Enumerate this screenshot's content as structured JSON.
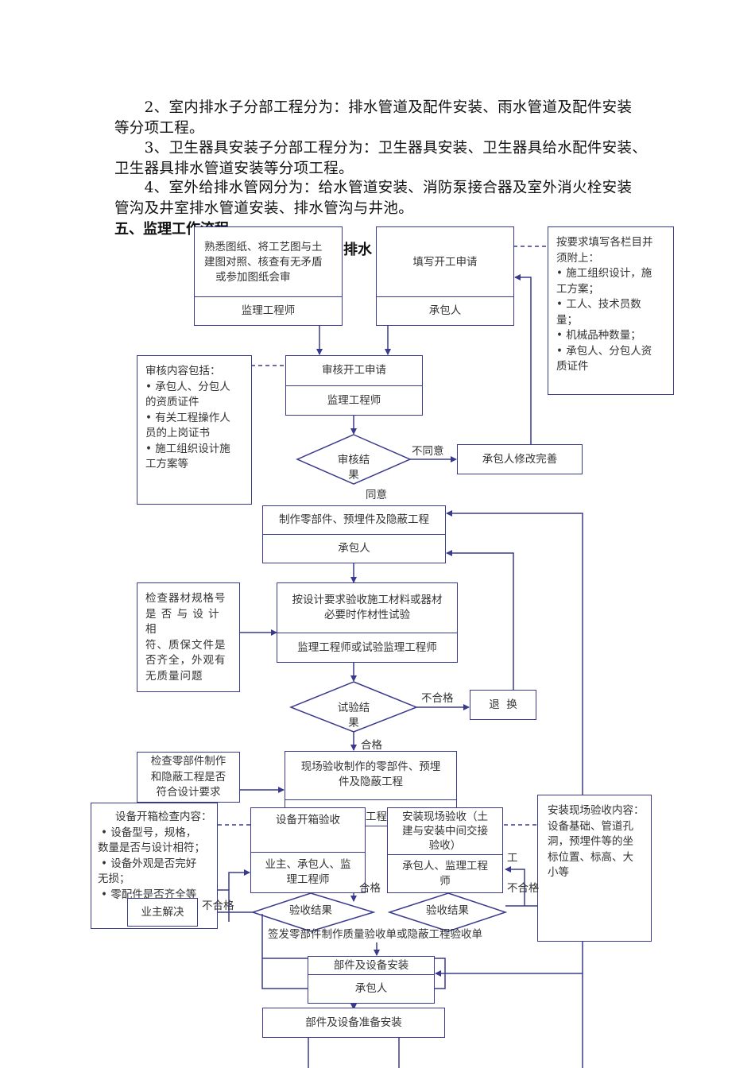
{
  "document": {
    "paragraphs": [
      "　　2、室内排水子分部工程分为：排水管道及配件安装、雨水管道及配件安装",
      "等分项工程。",
      "　　3、卫生器具安装子分部工程分为：卫生器具安装、卫生器具给水配件安装、",
      "卫生器具排水管道安装等分项工程。",
      "　　4、室外给排水管网分为：给水管道安装、消防泵接合器及室外消火栓安装",
      "管沟及井室排水管道安装、排水管沟与井池。"
    ],
    "section_heading": "五、监理工作流程",
    "sub_heading_fragment": "排水"
  },
  "flowchart": {
    "study_drawings": {
      "task": "熟悉图纸、将工艺图与土建图对照、核查有无矛盾或参加图纸会审",
      "lines": [
        "熟悉图纸、将工艺图与土",
        "建图对照、核查有无矛盾",
        "或参加图纸会审"
      ],
      "role": "监理工程师"
    },
    "fill_application": {
      "task": "填写开工申请",
      "role": "承包人"
    },
    "application_note": {
      "lines": [
        "按要求填写各栏目并",
        "须附上：",
        "• 施工组织设计，施",
        "工方案；",
        "• 工人、技术员数",
        "量；",
        "• 机械品种数量；",
        "• 承包人、分包人资",
        "质证件"
      ]
    },
    "review_application": {
      "task": "审核开工申请",
      "role": "监理工程师"
    },
    "review_note": {
      "lines": [
        "审核内容包括：",
        "• 承包人、分包人",
        "的资质证件",
        "• 有关工程操作人",
        "员的上岗证书",
        "• 施工组织设计施",
        "工方案等"
      ]
    },
    "review_decision": {
      "lines": [
        "审核结",
        "果"
      ],
      "reject_label": "不同意",
      "approve_label": "同意"
    },
    "contractor_revise": {
      "task": "承包人修改完善"
    },
    "fabricate_parts": {
      "task": "制作零部件、预埋件及隐蔽工程",
      "role": "承包人"
    },
    "material_check_note": {
      "lines": [
        "检查器材规格号",
        "是 否 与 设 计 相",
        "符、质保文件是",
        "否齐全，外观有",
        "无质量问题"
      ]
    },
    "inspect_materials": {
      "lines": [
        "按设计要求验收施工材料或器材",
        "必要时作材性试验"
      ],
      "role": "监理工程师或试验监理工程师"
    },
    "test_decision": {
      "lines": [
        "试验结",
        "果"
      ],
      "fail_label": "不合格",
      "pass_label": "合格"
    },
    "return_exchange": {
      "task": "退  换"
    },
    "site_inspect_parts": {
      "lines": [
        "现场验收制作的零部件、预埋",
        "件及隐蔽工程"
      ],
      "hidden_fragment": "工程"
    },
    "parts_check_note": {
      "lines": [
        "检查零部件制作",
        "和隐蔽工程是否",
        "符合设计要求"
      ]
    },
    "equipment_unbox_note": {
      "lines": [
        "设备开箱检查内容：",
        "• 设备型号，规格，",
        "数量是否与设计相符；",
        "• 设备外观是否完好",
        "无损；",
        "• 零配件是否齐全等"
      ]
    },
    "equipment_unbox": {
      "task": "设备开箱验收",
      "role_lines": [
        "业主、承包人、监",
        "理工程师"
      ]
    },
    "owner_resolve": {
      "task": "业主解决"
    },
    "site_install_inspect": {
      "lines": [
        "安装现场验收（土",
        "建与安装中间交接",
        "验收）"
      ],
      "role_lines": [
        "承包人、监理工程",
        "师"
      ],
      "fragment": "工"
    },
    "site_install_note": {
      "lines": [
        "安装现场验收内容：",
        "设备基础、管道孔",
        "洞，预埋件等的坐",
        "标位置、标高、大",
        "小等"
      ]
    },
    "accept_decision_left": {
      "lines": [
        "验收结",
        "果"
      ],
      "fail_label": "不合格",
      "pass_label": "合格"
    },
    "accept_decision_right": {
      "lines": [
        "验收结",
        "果"
      ],
      "fail_label": "不合格"
    },
    "sign_form": {
      "lines": [
        "签发零部件制作质量验收单或隐",
        "蔽工程验收单"
      ]
    },
    "install_parts": {
      "task": "部件及设备安装",
      "role": "承包人"
    },
    "prepare_install": {
      "task": "部件及设备准备安装"
    }
  },
  "colors": {
    "line": "#3a3a8c",
    "text": "#333333"
  }
}
